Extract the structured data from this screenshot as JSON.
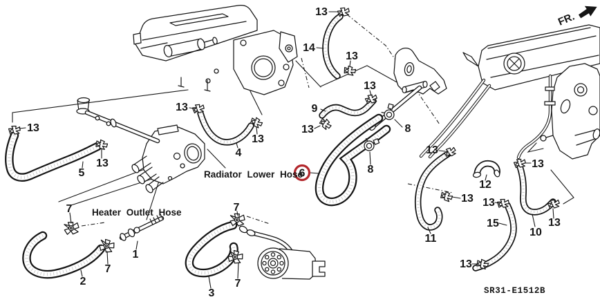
{
  "colors": {
    "ink": "#151515",
    "highlight_ring": "#b3282d",
    "paper": "#ffffff"
  },
  "direction_indicator": {
    "label": "FR."
  },
  "drawing_code": "SR31-E1512B",
  "part_names": {
    "radiator_lower_hose": "Radiator Lower Hose",
    "heater_outlet_hose": "Heater Outlet Hose"
  },
  "highlighted_callout": {
    "n": "6"
  },
  "callouts": [
    {
      "n": "13"
    },
    {
      "n": "14"
    },
    {
      "n": "13"
    },
    {
      "n": "13"
    },
    {
      "n": "9"
    },
    {
      "n": "13"
    },
    {
      "n": "13"
    },
    {
      "n": "13"
    },
    {
      "n": "4"
    },
    {
      "n": "13"
    },
    {
      "n": "13"
    },
    {
      "n": "5"
    },
    {
      "n": "8"
    },
    {
      "n": "8"
    },
    {
      "n": "7"
    },
    {
      "n": "7"
    },
    {
      "n": "1"
    },
    {
      "n": "2"
    },
    {
      "n": "7"
    },
    {
      "n": "7"
    },
    {
      "n": "3"
    },
    {
      "n": "13"
    },
    {
      "n": "12"
    },
    {
      "n": "13"
    },
    {
      "n": "13"
    },
    {
      "n": "13"
    },
    {
      "n": "15"
    },
    {
      "n": "11"
    },
    {
      "n": "13"
    },
    {
      "n": "13"
    },
    {
      "n": "10"
    }
  ]
}
